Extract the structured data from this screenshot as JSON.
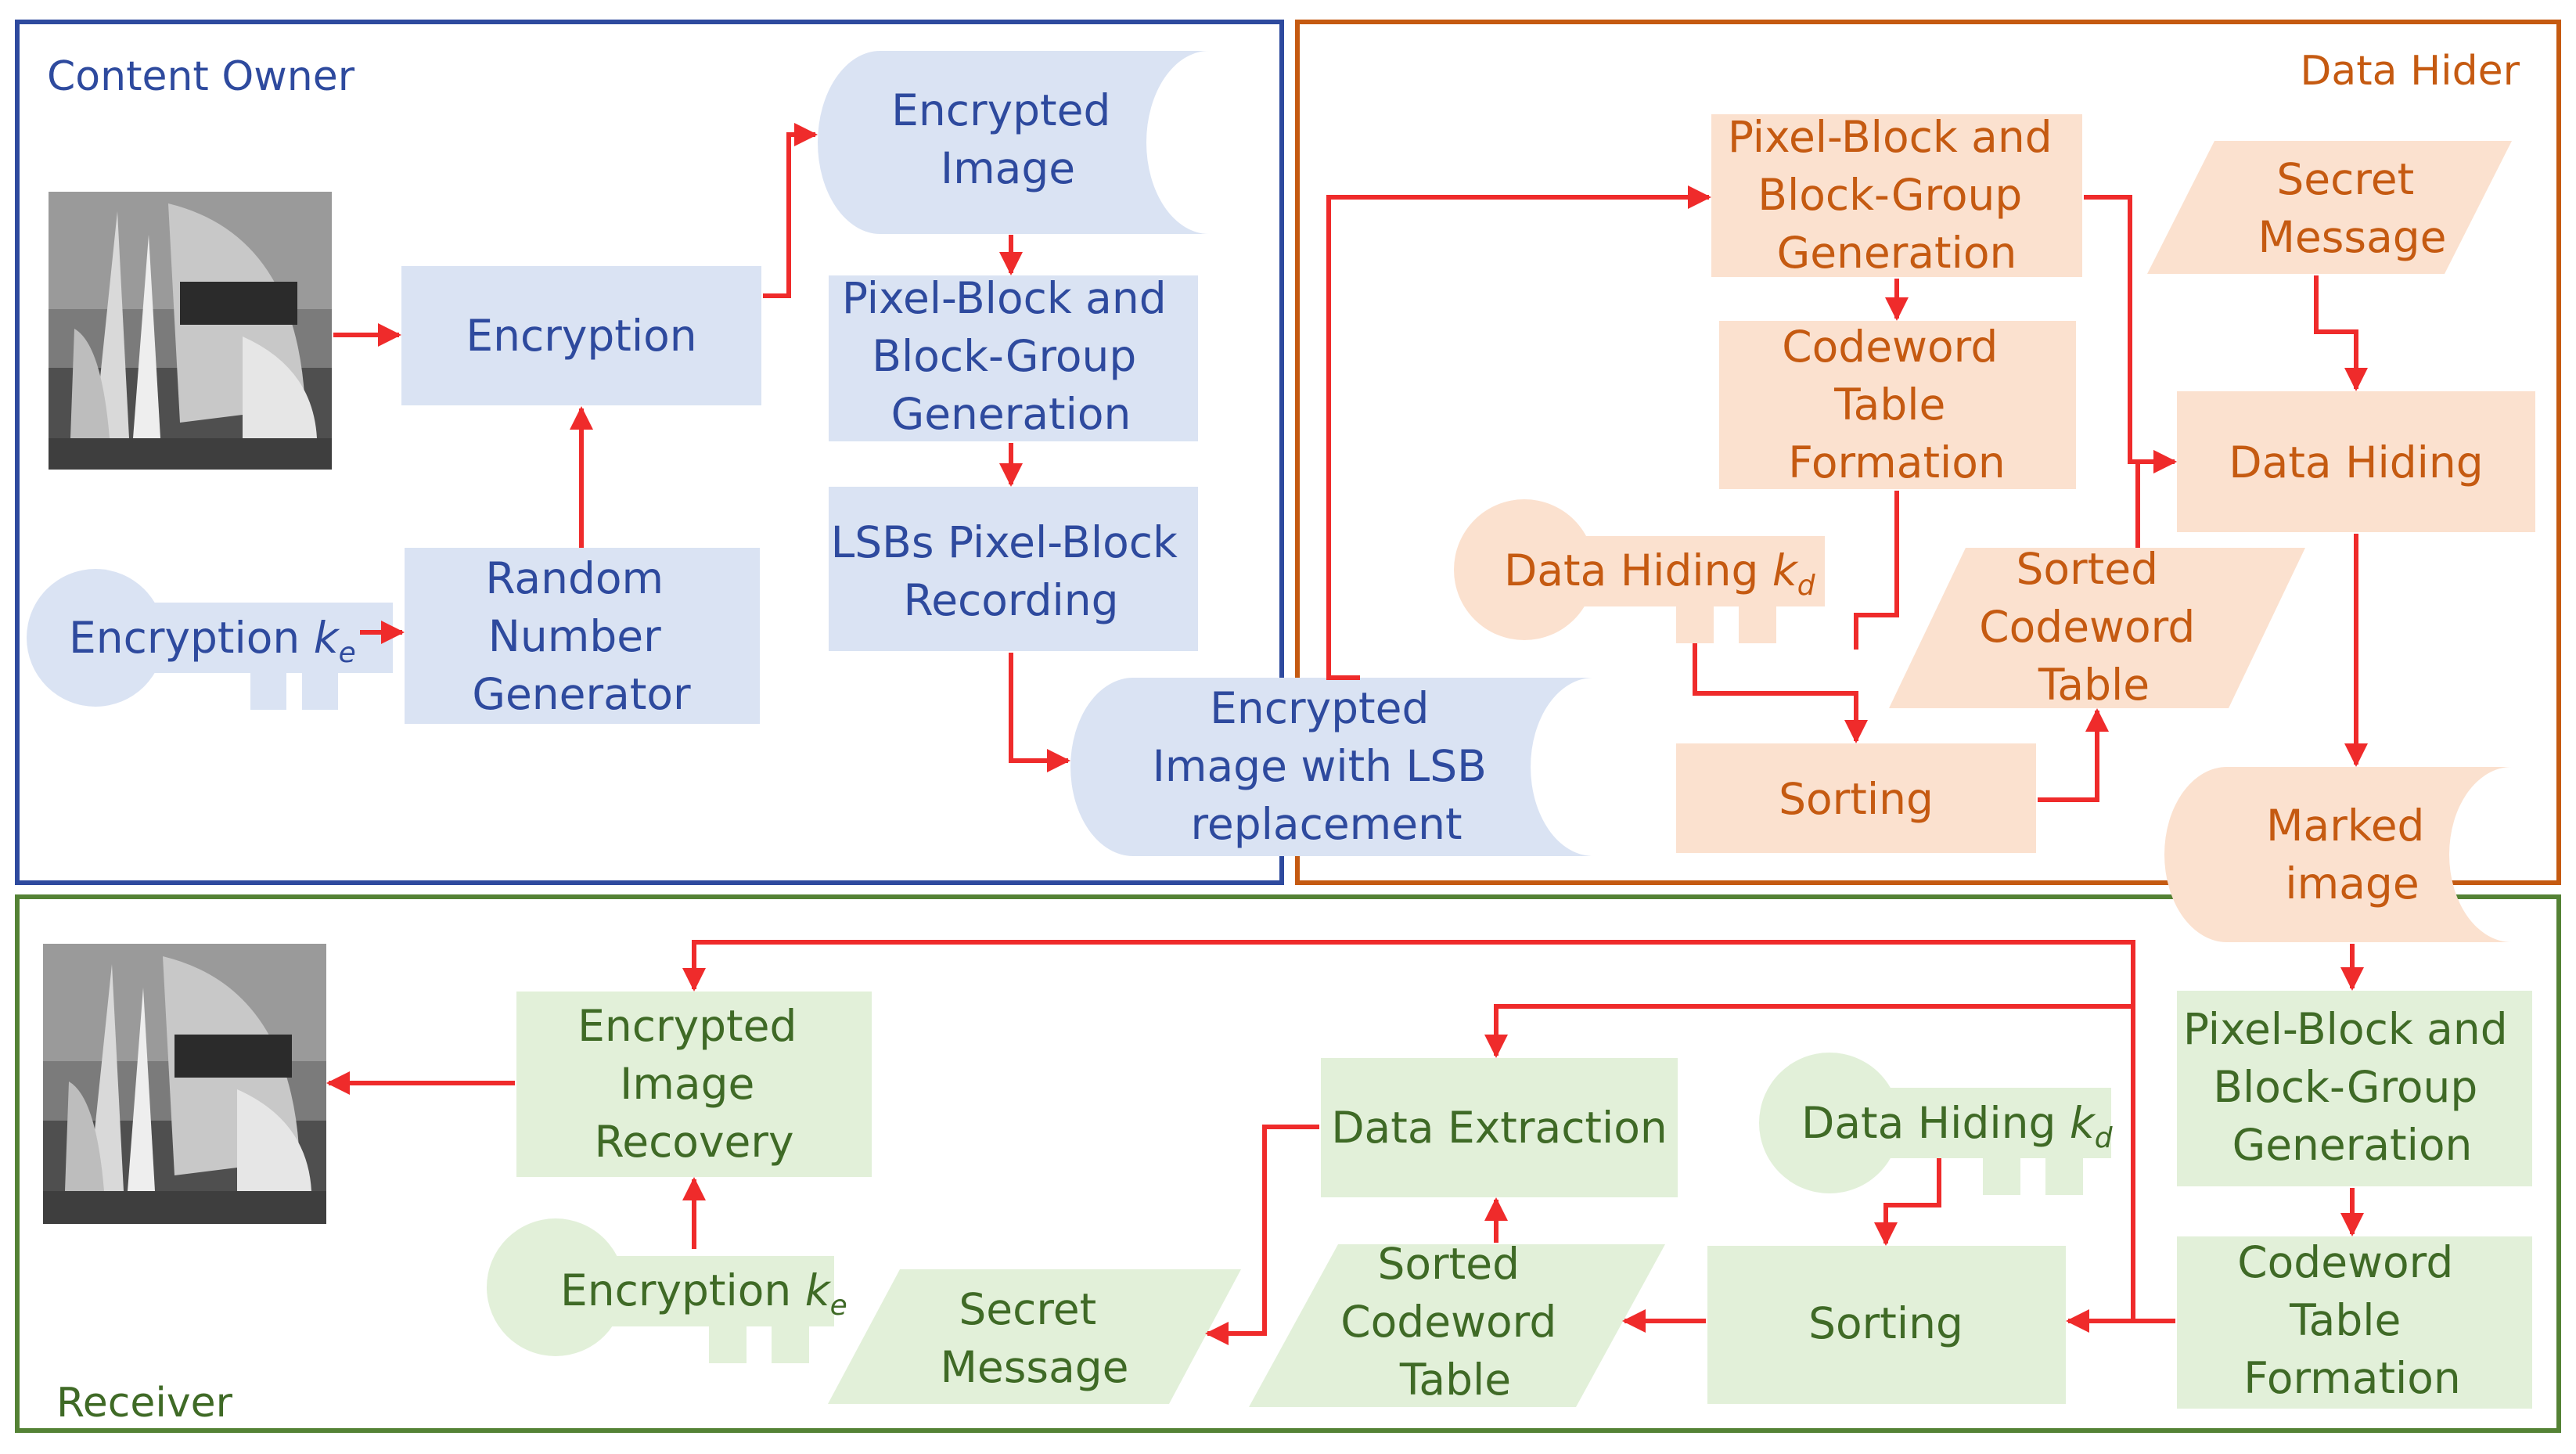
{
  "colors": {
    "owner_border": "#2e4a9e",
    "owner_fill": "#dae3f3",
    "owner_text": "#2e4a9e",
    "hider_border": "#c55a11",
    "hider_fill": "#fbe1cf",
    "hider_text": "#c55a11",
    "receiver_border": "#548235",
    "receiver_fill": "#e2f0d9",
    "receiver_text": "#3f6a26",
    "arrow": "#ef2b2b"
  },
  "content_owner": {
    "title": "Content Owner",
    "image_icon": "sailboats-photo",
    "encryption": "Encryption",
    "key": {
      "label": "Encryption ",
      "sub": "e",
      "icon": "key-icon"
    },
    "rng": [
      "Random",
      "Number",
      "Generator"
    ],
    "encrypted_image": [
      "Encrypted",
      "Image"
    ],
    "block_gen": [
      "Pixel-Block and",
      "Block-Group",
      "Generation"
    ],
    "lsb_recording": [
      "LSBs Pixel-Block",
      "Recording"
    ],
    "encrypted_lsb": [
      "Encrypted",
      "Image with LSB",
      "replacement"
    ]
  },
  "data_hider": {
    "title": "Data Hider",
    "block_gen": [
      "Pixel-Block and",
      "Block-Group",
      "Generation"
    ],
    "secret_message": [
      "Secret",
      "Message"
    ],
    "codeword_table": [
      "Codeword",
      "Table",
      "Formation"
    ],
    "data_hiding": "Data Hiding",
    "key": {
      "label": "Data Hiding ",
      "sub": "d",
      "icon": "key-icon"
    },
    "sorted_table": [
      "Sorted",
      "Codeword",
      "Table"
    ],
    "sorting": "Sorting",
    "marked_image": [
      "Marked",
      "image"
    ]
  },
  "receiver": {
    "title": "Receiver",
    "image_icon": "sailboats-photo",
    "recovery": [
      "Encrypted",
      "Image",
      "Recovery"
    ],
    "data_extraction": "Data Extraction",
    "key_d": {
      "label": "Data Hiding ",
      "sub": "d",
      "icon": "key-icon"
    },
    "block_gen": [
      "Pixel-Block and",
      "Block-Group",
      "Generation"
    ],
    "key_e": {
      "label": "Encryption ",
      "sub": "e",
      "icon": "key-icon"
    },
    "secret_message": [
      "Secret",
      "Message"
    ],
    "sorted_table": [
      "Sorted",
      "Codeword",
      "Table"
    ],
    "sorting": "Sorting",
    "codeword_table": [
      "Codeword",
      "Table",
      "Formation"
    ]
  }
}
